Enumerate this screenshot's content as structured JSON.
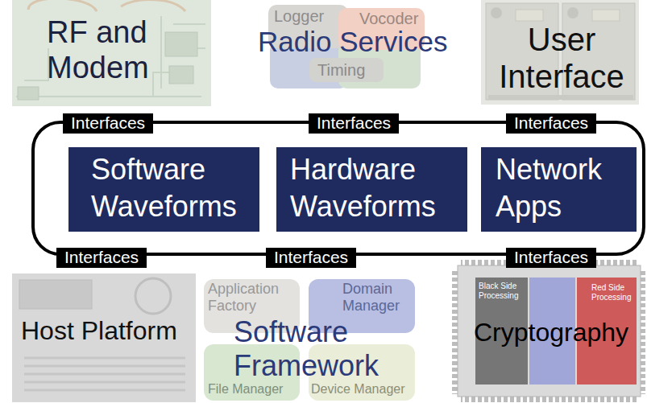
{
  "diagram": {
    "nodes": [
      {
        "text": [
          "RF and Modem"
        ]
      },
      {
        "text": [
          "Radio Services"
        ]
      },
      {
        "text": [
          "Logger"
        ],
        "in": 1
      },
      {
        "text": [
          "Vocoder"
        ],
        "in": 1
      },
      {
        "text": [
          "Timing"
        ],
        "in": 1
      },
      {
        "text": [
          "User Interface"
        ]
      },
      {
        "text": [
          "Interfaces"
        ]
      },
      {
        "text": [
          "Interfaces"
        ]
      },
      {
        "text": [
          "Interfaces"
        ]
      },
      {
        "text": [
          "Software Waveforms"
        ]
      },
      {
        "text": [
          "Hardware Waveforms"
        ]
      },
      {
        "text": [
          "Network Apps"
        ]
      },
      {
        "text": [
          "Interfaces"
        ]
      },
      {
        "text": [
          "Interfaces"
        ]
      },
      {
        "text": [
          "Interfaces"
        ]
      },
      {
        "text": [
          "Host Platform"
        ]
      },
      {
        "text": [
          "Software Framework"
        ]
      },
      {
        "text": [
          "Application Factory"
        ],
        "in": 16
      },
      {
        "text": [
          "Domain Manager"
        ],
        "in": 16
      },
      {
        "text": [
          "File Manager"
        ],
        "in": 16
      },
      {
        "text": [
          "Device Manager"
        ],
        "in": 16
      },
      {
        "text": [
          "Cryptography"
        ]
      },
      {
        "text": [
          "Black Side Processing"
        ],
        "in": 21
      },
      {
        "text": [
          "Red Side Processing"
        ],
        "in": 21
      }
    ]
  }
}
